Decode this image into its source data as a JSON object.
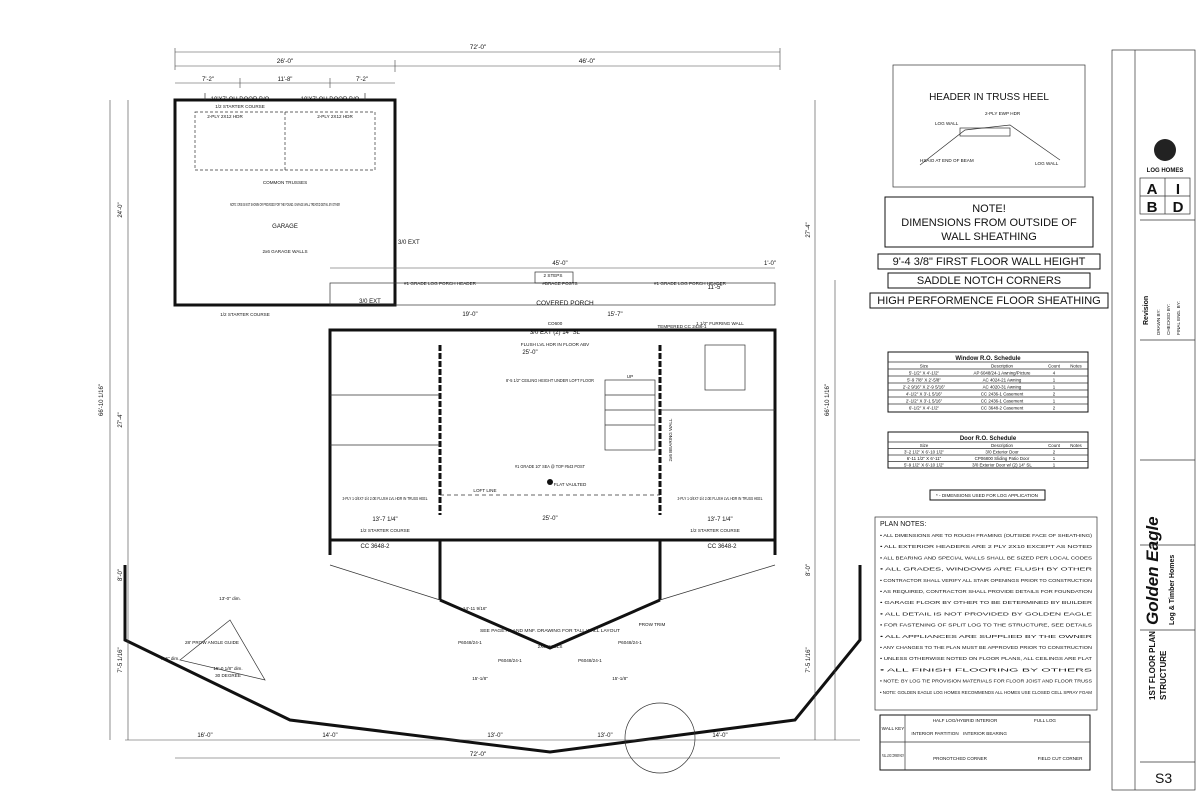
{
  "plan": {
    "overall_top": "72'-0\"",
    "overall_bottom": "72'-0\"",
    "top_segments": [
      "26'-0\"",
      "46'-0\""
    ],
    "garage_segments": [
      "7'-2\"",
      "11'-8\"",
      "7'-2\""
    ],
    "garage_doors": [
      "10'X7' OH DOOR B/O",
      "10'X7' OH DOOR B/O"
    ],
    "garage_header_a": "2-PLY 2X12 HDR",
    "garage_header_b": "2-PLY 2X12 HDR",
    "starter_course": "1/2 STARTER COURSE",
    "garage_label": "GARAGE",
    "garage_walls": "2x6 GARAGE WALLS",
    "garage_truss": "COMMON TRUSSES",
    "garage_note": "NOTE: CRIB IS NOT SHOWN OR PROVIDED FOR THE FOUND. GARAGE WALL TREATED DETAIL BY OTHER",
    "ext_door_1": "3/0 EXT",
    "ext_door_2": "3/0 EXT",
    "header_log_porch": "#1 GRADE LOG PORCH HEADER",
    "header_log_porch_2": "#1 GRADE LOG PORCH HEADER",
    "porch_posts": "#BRACE POSTS",
    "steps": "2 STEPS",
    "covered_porch": "COVERED PORCH",
    "porch_dims": [
      "19'-0\"",
      "15'-7\"",
      "11'-5\""
    ],
    "main_width": "45'-0\"",
    "right_offset": "1'-0\"",
    "entry_door": "3/0 EXT (2) 14\" SL",
    "entry_door_tag": "CO600",
    "flush_hdr": "FLUSH LVL HDR IN FLOOR ABV",
    "tempered": "TEMPERED CC 2436-1",
    "furring_wall": "1 1/2\" FURRING WALL",
    "ceiling_note": "8'-5 1/2\" CEILING HEIGHT UNDER LOFT FLOOR",
    "grade_post": "#1 GRADE 10\" SEA @ TOP #543 POST",
    "loft_line": "LOFT LINE",
    "vaulted": "FLAT VAULTED",
    "up": "UP",
    "bearing_wall": "2x6 BEARING WALL",
    "left_hdr": "2-PLY 1-3/4X7-1/4 2.0E FLUSH LVL HDR IN TRUSS HEEL",
    "right_hdr": "2-PLY 1-3/4X7-1/4 2.0E FLUSH LVL HDR IN TRUSS HEEL",
    "mid_dim": "25'-0\"",
    "mid_dim_2": "25'-0\"",
    "truss_span_left": "13'-7 1/4\"",
    "truss_span_right": "13'-7 1/4\"",
    "cc_left": "CC 3648-2",
    "cc_right": "CC 3648-2",
    "left_side_dims": [
      "24'-0\"",
      "27'-4\"",
      "8'-0\"",
      "7'-5 1/16\""
    ],
    "overall_left": "66'-10 1/16\"",
    "overall_right": "66'-10 1/16\"",
    "right_side_dims": [
      "27'-4\"",
      "8'-0\"",
      "7'-5 1/16\""
    ],
    "prow_guide": "28' PROW ANGLE GUIDE",
    "prow_dims": [
      "13'-0\" dim.",
      "7'-6\" dim.",
      "15'-0 1/8\" dim.",
      "30 DEGREE"
    ],
    "prow_windows": [
      "P6048/24-1",
      "P6048/24-1",
      "P6048/24-1",
      "P6048/24-1"
    ],
    "prow_dims_2": [
      "14'-11 9/16\"",
      "15'-1/8\"",
      "15'-1/8\""
    ],
    "prow_walls": "2X6 WALLS",
    "see_page": "SEE PAGE A6 AND MNF. DRAWING FOR TALL WALL LAYOUT",
    "prow_trim": "PROW TRIM",
    "bottom_segments": [
      "16'-0\"",
      "14'-0\"",
      "13'-0\"",
      "13'-0\"",
      "14'-0\""
    ]
  },
  "legend_box": {
    "half_log": "HALF LOG/HYBRID INTERIOR",
    "full_log": "FULL LOG",
    "wall_key": "WALL KEY",
    "interior_partition": "INTERIOR PARTITION",
    "interior_bearing": "INTERIOR BEARING",
    "full_log_corner": "FULL LOG CORNER KEY",
    "prow_corner": "PRONOTCHED CORNER",
    "field_cut": "FIELD CUT CORNER"
  },
  "detail": {
    "title": "HEADER IN TRUSS HEEL",
    "labels": [
      "LOG WALL",
      "2-PLY EWP HDR",
      "HSAIO AT END OF BEAM",
      "LOG WALL"
    ]
  },
  "notes": {
    "note_title": "NOTE!",
    "note_body_1": "DIMENSIONS FROM OUTSIDE OF",
    "note_body_2": "WALL SHEATHING",
    "wall_height": "9'-4 3/8\" FIRST FLOOR WALL HEIGHT",
    "corners": "SADDLE NOTCH CORNERS",
    "sheathing": "HIGH PERFORMENCE FLOOR SHEATHING"
  },
  "window_schedule": {
    "title": "Window R.O. Schedule",
    "headers": [
      "Size",
      "Description",
      "Count",
      "Notes"
    ],
    "rows": [
      [
        "5'-1/2\" X 4'-1/2\"",
        "AP 6048/24-1 Awning/Picture",
        "4",
        ""
      ],
      [
        "5'-9 7/8\" X 2'-5/8\"",
        "AC 4024-21 Awning",
        "1",
        ""
      ],
      [
        "2'-2 9/16\" X 2'-9 5/16\"",
        "AC 4020-31 Awning",
        "1",
        ""
      ],
      [
        "4'-1/2\" X 3'-1 5/16\"",
        "CC 2436-1 Casement",
        "2",
        ""
      ],
      [
        "2'-1/2\" X 3'-1 5/16\"",
        "CC 2436-1 Casement",
        "1",
        ""
      ],
      [
        "6'-1/2\" X 4'-1/2\"",
        "CC 3648-2 Casement",
        "2",
        ""
      ]
    ]
  },
  "door_schedule": {
    "title": "Door R.O. Schedule",
    "headers": [
      "Size",
      "Description",
      "Count",
      "Notes"
    ],
    "rows": [
      [
        "3'-2 1/2\" X 6'-10 1/2\"",
        "3/0 Exterior Door",
        "2",
        ""
      ],
      [
        "6'-11 1/2\" X 6'-11\"",
        "CP06800 Sliding Patio Door",
        "1",
        ""
      ],
      [
        "5'-9 1/2\" X 6'-10 1/2\"",
        "3/0 Exterior Door w/ (2) 14\" SL",
        "1",
        ""
      ]
    ]
  },
  "dim_note": "* - DIMENSIONS USED FOR LOG APPLICATION",
  "plan_notes": {
    "title": "PLAN NOTES:",
    "items": [
      "ALL DIMENSIONS ARE TO ROUGH FRAMING (OUTSIDE FACE OF SHEATHING)",
      "ALL EXTERIOR HEADERS ARE 2 PLY 2X10 EXCEPT AS NOTED",
      "ALL BEARING AND SPECIAL WALLS SHALL BE SIZED PER LOCAL CODES",
      "ALL GRADES, WINDOWS ARE FLUSH BY OTHER",
      "CONTRACTOR SHALL VERIFY ALL STAIR OPENINGS PRIOR TO CONSTRUCTION",
      "AS REQUIRED, CONTRACTOR SHALL PROVIDE DETAILS FOR FOUNDATION",
      "GARAGE FLOOR BY OTHER TO BE DETERMINED BY BUILDER",
      "ALL DETAIL IS NOT PROVIDED BY GOLDEN EAGLE",
      "FOR FASTENING OF SPLIT LOG TO THE STRUCTURE, SEE DETAILS",
      "ALL APPLIANCES ARE SUPPLIED BY THE OWNER",
      "ANY CHANGES TO THE PLAN MUST BE APPROVED PRIOR TO CONSTRUCTION",
      "UNLESS OTHERWISE NOTED ON FLOOR PLANS, ALL CEILINGS ARE FLAT",
      "ALL FINISH FLOORING BY OTHERS",
      "NOTE: BY LOG TIE PROVISION MATERIALS FOR FLOOR JOIST AND FLOOR TRUSS",
      "NOTE: GOLDEN EAGLE LOG HOMES RECOMMENDS ALL HOMES USE CLOSED CELL SPRAY FOAM"
    ]
  },
  "title_block": {
    "logo_top": "LOG HOMES",
    "aibd": [
      "A",
      "I",
      "B",
      "D"
    ],
    "revision": "Revision",
    "drawn_by": "DRAWN BY:",
    "checked_by": "CHECKED BY:",
    "final_eng": "FINAL ENG. BY:",
    "company_big": "Golden Eagle",
    "company_sub": "Log & Timber Homes",
    "sheet_title": "1ST FLOOR PLAN",
    "sheet_sub": "STRUCTURE",
    "sheet_id": "S3"
  },
  "colors": {
    "line": "#111111",
    "light": "#666666",
    "logo": "#222222"
  }
}
